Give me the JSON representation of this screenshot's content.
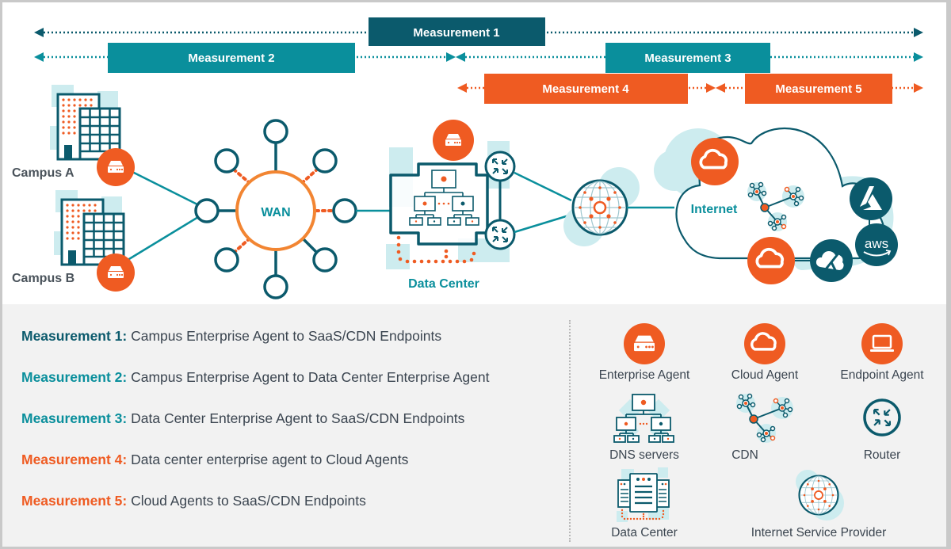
{
  "colors": {
    "dark_teal": "#0b5a6c",
    "teal": "#0a8f9c",
    "orange": "#ef5b22",
    "light_teal": "#cdecef",
    "text": "#3b4550",
    "legend_bg": "#f2f2f2"
  },
  "measurement_bars": [
    {
      "id": 1,
      "label": "Measurement 1",
      "color": "dark_teal"
    },
    {
      "id": 2,
      "label": "Measurement 2",
      "color": "teal"
    },
    {
      "id": 3,
      "label": "Measurement 3",
      "color": "teal"
    },
    {
      "id": 4,
      "label": "Measurement 4",
      "color": "orange"
    },
    {
      "id": 5,
      "label": "Measurement 5",
      "color": "orange"
    }
  ],
  "nodes": {
    "campus_a": "Campus A",
    "campus_b": "Campus B",
    "wan": "WAN",
    "data_center": "Data Center",
    "internet": "Internet",
    "aws": "aws"
  },
  "measurements": [
    {
      "lead": "Measurement 1:",
      "text": " Campus Enterprise Agent to SaaS/CDN Endpoints",
      "color": "#0b5a6c"
    },
    {
      "lead": "Measurement 2:",
      "text": " Campus Enterprise Agent to Data Center Enterprise Agent",
      "color": "#0a8f9c"
    },
    {
      "lead": "Measurement 3:",
      "text": " Data Center Enterprise Agent to SaaS/CDN Endpoints",
      "color": "#0a8f9c"
    },
    {
      "lead": "Measurement 4:",
      "text": " Data center enterprise agent to Cloud Agents",
      "color": "#ef5b22"
    },
    {
      "lead": "Measurement 5:",
      "text": " Cloud Agents to SaaS/CDN Endpoints",
      "color": "#ef5b22"
    }
  ],
  "legend": [
    {
      "icon": "enterprise-agent-icon",
      "label": "Enterprise Agent"
    },
    {
      "icon": "cloud-agent-icon",
      "label": "Cloud Agent"
    },
    {
      "icon": "endpoint-agent-icon",
      "label": "Endpoint Agent"
    },
    {
      "icon": "dns-servers-icon",
      "label": "DNS servers"
    },
    {
      "icon": "cdn-icon",
      "label": "CDN"
    },
    {
      "icon": "router-icon",
      "label": "Router"
    },
    {
      "icon": "data-center-icon",
      "label": "Data Center"
    },
    {
      "icon": "isp-globe-icon",
      "label": "Internet Service Provider"
    }
  ]
}
